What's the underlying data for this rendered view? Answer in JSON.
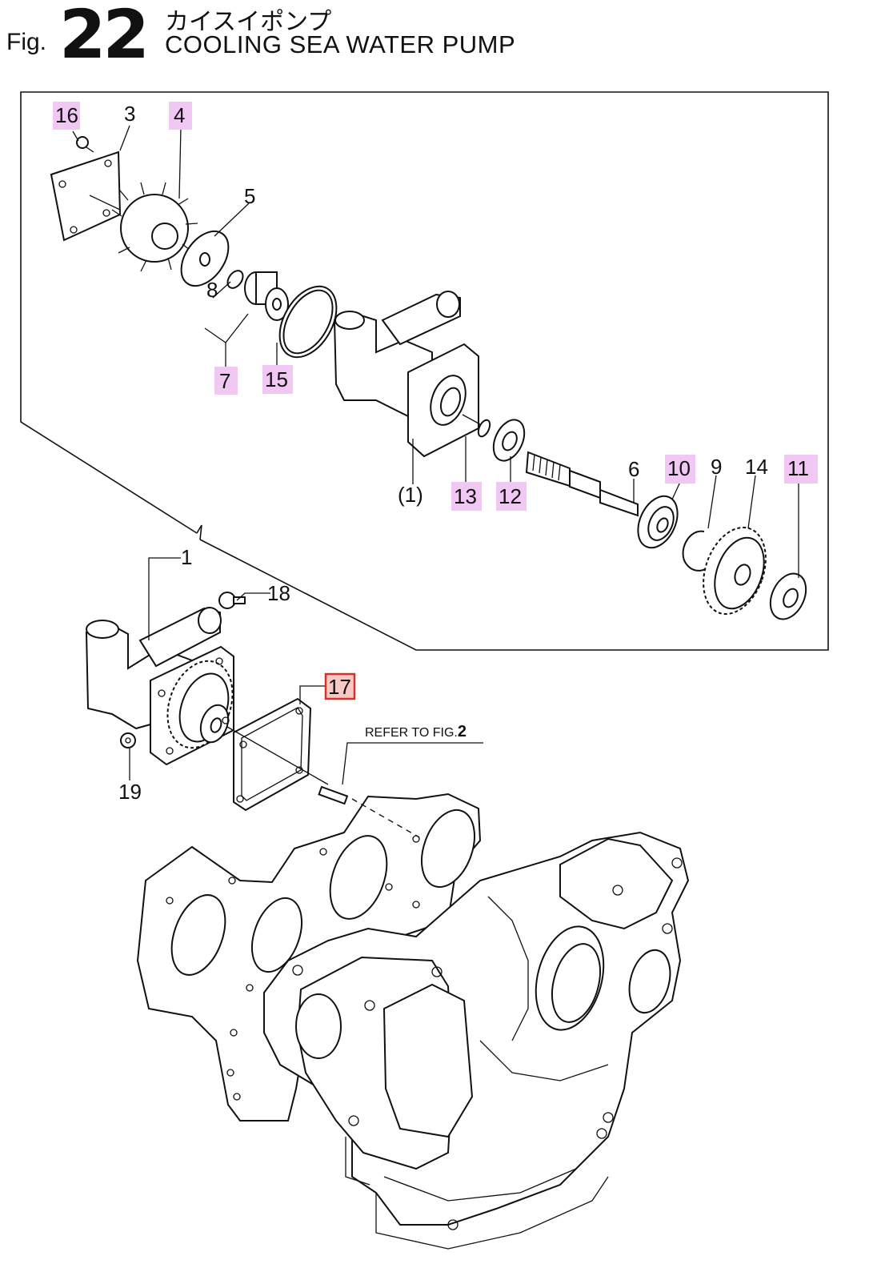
{
  "figure": {
    "prefix": "Fig.",
    "number": "22",
    "title_jp": "カイスイポンプ",
    "title_en": "COOLING SEA WATER PUMP"
  },
  "callouts": {
    "p1": "1",
    "p1_paren": "(1)",
    "p3": "3",
    "p4": "4",
    "p5": "5",
    "p6": "6",
    "p7": "7",
    "p8": "8",
    "p9": "9",
    "p10": "10",
    "p11": "11",
    "p12": "12",
    "p13": "13",
    "p14": "14",
    "p15": "15",
    "p16": "16",
    "p17": "17",
    "p18": "18",
    "p19": "19"
  },
  "refer_note": {
    "text": "REFER TO FIG.",
    "fig": "2"
  },
  "colors": {
    "highlight": "#f1c8f3",
    "selected_border": "#d93025",
    "selected_fill": "#f6c9c4",
    "ink": "#111111"
  }
}
